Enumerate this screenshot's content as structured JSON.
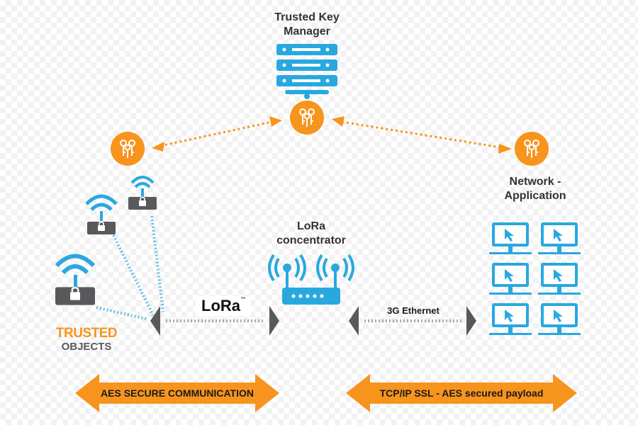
{
  "labels": {
    "trusted_key_manager": [
      "Trusted Key",
      "Manager"
    ],
    "network_application": [
      "Network -",
      "Application"
    ],
    "lora_concentrator": [
      "LoRa",
      "concentrator"
    ],
    "lora_logo": "LoRa",
    "lora_logo_tm": "™",
    "ethernet": "3G Ethernet",
    "aes_secure": "AES SECURE COMMUNICATION",
    "tcp_ip": "TCP/IP SSL - AES secured payload"
  },
  "logo": {
    "line1": "TRUSTED",
    "line2": "OBJECTS"
  },
  "colors": {
    "orange": "#f7941d",
    "blue": "#29a8e0",
    "dark_gray": "#58595b",
    "dash_gray": "#a7a9ac"
  },
  "icons": {
    "server": "server-stack-icon",
    "key": "key-circle-icon",
    "wifi_device": "wireless-lock-device-icon",
    "router": "router-icon",
    "monitor": "monitor-cursor-icon"
  }
}
